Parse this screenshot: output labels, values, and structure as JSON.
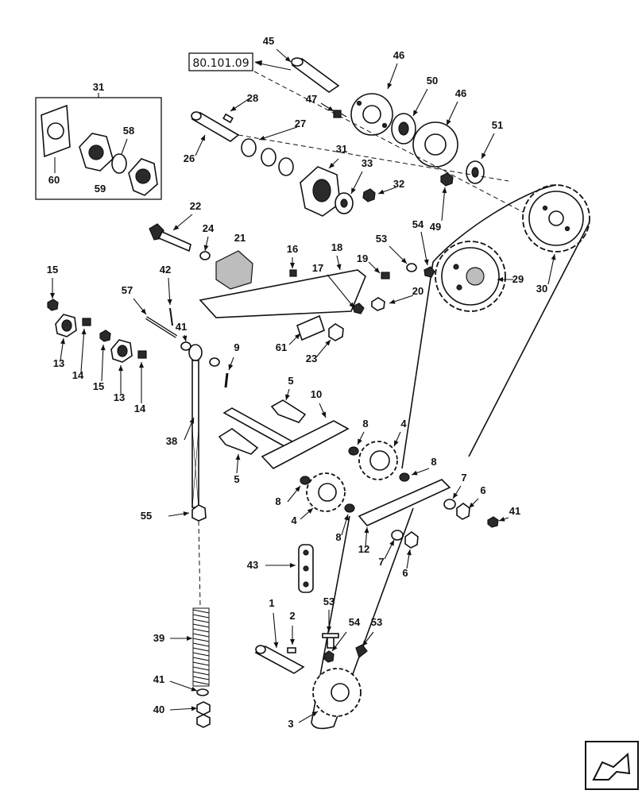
{
  "reference_box": {
    "label": "80.101.09"
  },
  "inset_box": {
    "label": "31",
    "items": [
      "60",
      "59",
      "58"
    ]
  },
  "callouts": {
    "c45": "45",
    "c46a": "46",
    "c47": "47",
    "c50": "50",
    "c46b": "46",
    "c51": "51",
    "c28": "28",
    "c27": "27",
    "c26": "26",
    "c31": "31",
    "c33": "33",
    "c32": "32",
    "c49": "49",
    "c22": "22",
    "c24": "24",
    "c21": "21",
    "c16": "16",
    "c18": "18",
    "c19": "19",
    "c53a": "53",
    "c54a": "54",
    "c29": "29",
    "c30": "30",
    "c17": "17",
    "c20": "20",
    "c15a": "15",
    "c42": "42",
    "c57": "57",
    "c41a": "41",
    "c9": "9",
    "c61": "61",
    "c23": "23",
    "c13a": "13",
    "c14a": "14",
    "c15b": "15",
    "c13b": "13",
    "c14b": "14",
    "c5a": "5",
    "c10": "10",
    "c38": "38",
    "c8a": "8",
    "c4a": "4",
    "c5b": "5",
    "c8b": "8",
    "c7a": "7",
    "c6a": "6",
    "c41b": "41",
    "c8c": "8",
    "c4b": "4",
    "c8d": "8",
    "c12": "12",
    "c7b": "7",
    "c6b": "6",
    "c55": "55",
    "c43": "43",
    "c1": "1",
    "c2": "2",
    "c53b": "53",
    "c54b": "54",
    "c53c": "53",
    "c39": "39",
    "c41c": "41",
    "c40": "40",
    "c3": "3"
  },
  "icons": {
    "corner": "next-page-arrow-icon"
  }
}
